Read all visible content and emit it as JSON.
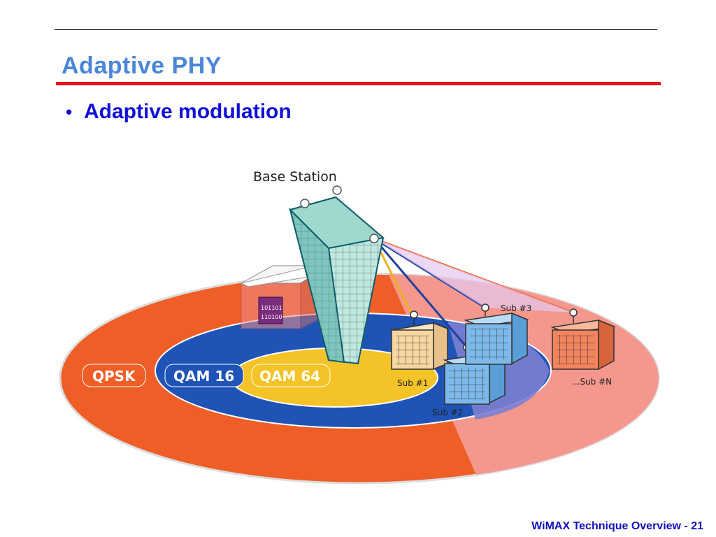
{
  "slide": {
    "title": "Adaptive PHY",
    "bullet": "Adaptive modulation",
    "footer": "WiMAX Technique Overview - 21"
  },
  "diagram": {
    "base_station_label": "Base Station",
    "zones": [
      {
        "label": "QPSK",
        "color": "#ee5e26"
      },
      {
        "label": "QAM 16",
        "color": "#1f54b6"
      },
      {
        "label": "QAM 64",
        "color": "#f3c327"
      }
    ],
    "subscribers": [
      {
        "label": "Sub #1",
        "color": "#f6d7a2"
      },
      {
        "label": "Sub #2",
        "color": "#7db9ea"
      },
      {
        "label": "Sub #3",
        "color": "#7db9ea"
      },
      {
        "label": "...Sub #N",
        "color": "#f2845e"
      }
    ],
    "colors": {
      "title": "#4a86d8",
      "title_rule": "#e8101e",
      "bullet": "#1010d8",
      "footer": "#1010b8",
      "tower": "#9fd8cc"
    }
  }
}
